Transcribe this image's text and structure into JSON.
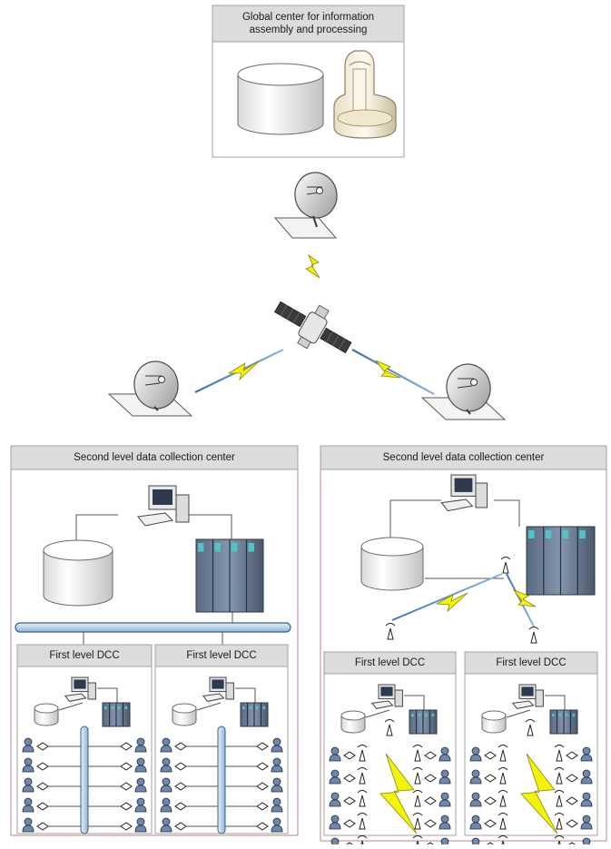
{
  "global_center": {
    "title_line1": "Global center for information",
    "title_line2": "assembly and processing",
    "icons": [
      "database-icon",
      "satellite-dish-antenna-icon"
    ]
  },
  "satellite_network": {
    "icons": [
      "satellite-dish-icon",
      "satellite-icon",
      "lightning-link-icon"
    ]
  },
  "second_level_left": {
    "title": "Second level data collection center",
    "link_type": "wired-bus",
    "first_level": [
      {
        "title": "First level DCC"
      },
      {
        "title": "First level DCC"
      }
    ]
  },
  "second_level_right": {
    "title": "Second level data collection center",
    "link_type": "wireless",
    "first_level": [
      {
        "title": "First level DCC"
      },
      {
        "title": "First level DCC"
      }
    ]
  },
  "icons": {
    "computer": "computer-icon",
    "server": "server-rack-icon",
    "database": "database-icon",
    "user": "user-icon",
    "sensor": "sensor-diamond-icon",
    "antenna": "antenna-icon"
  },
  "colors": {
    "header_fill": "#dcdcdc",
    "box_border": "#a0a0a0",
    "panel_border": "#b58a8a",
    "bus_fill": "#c7dbee",
    "bus_stroke": "#3f5f85",
    "lightning": "#f2f20a",
    "user_fill": "#6f87a8"
  }
}
